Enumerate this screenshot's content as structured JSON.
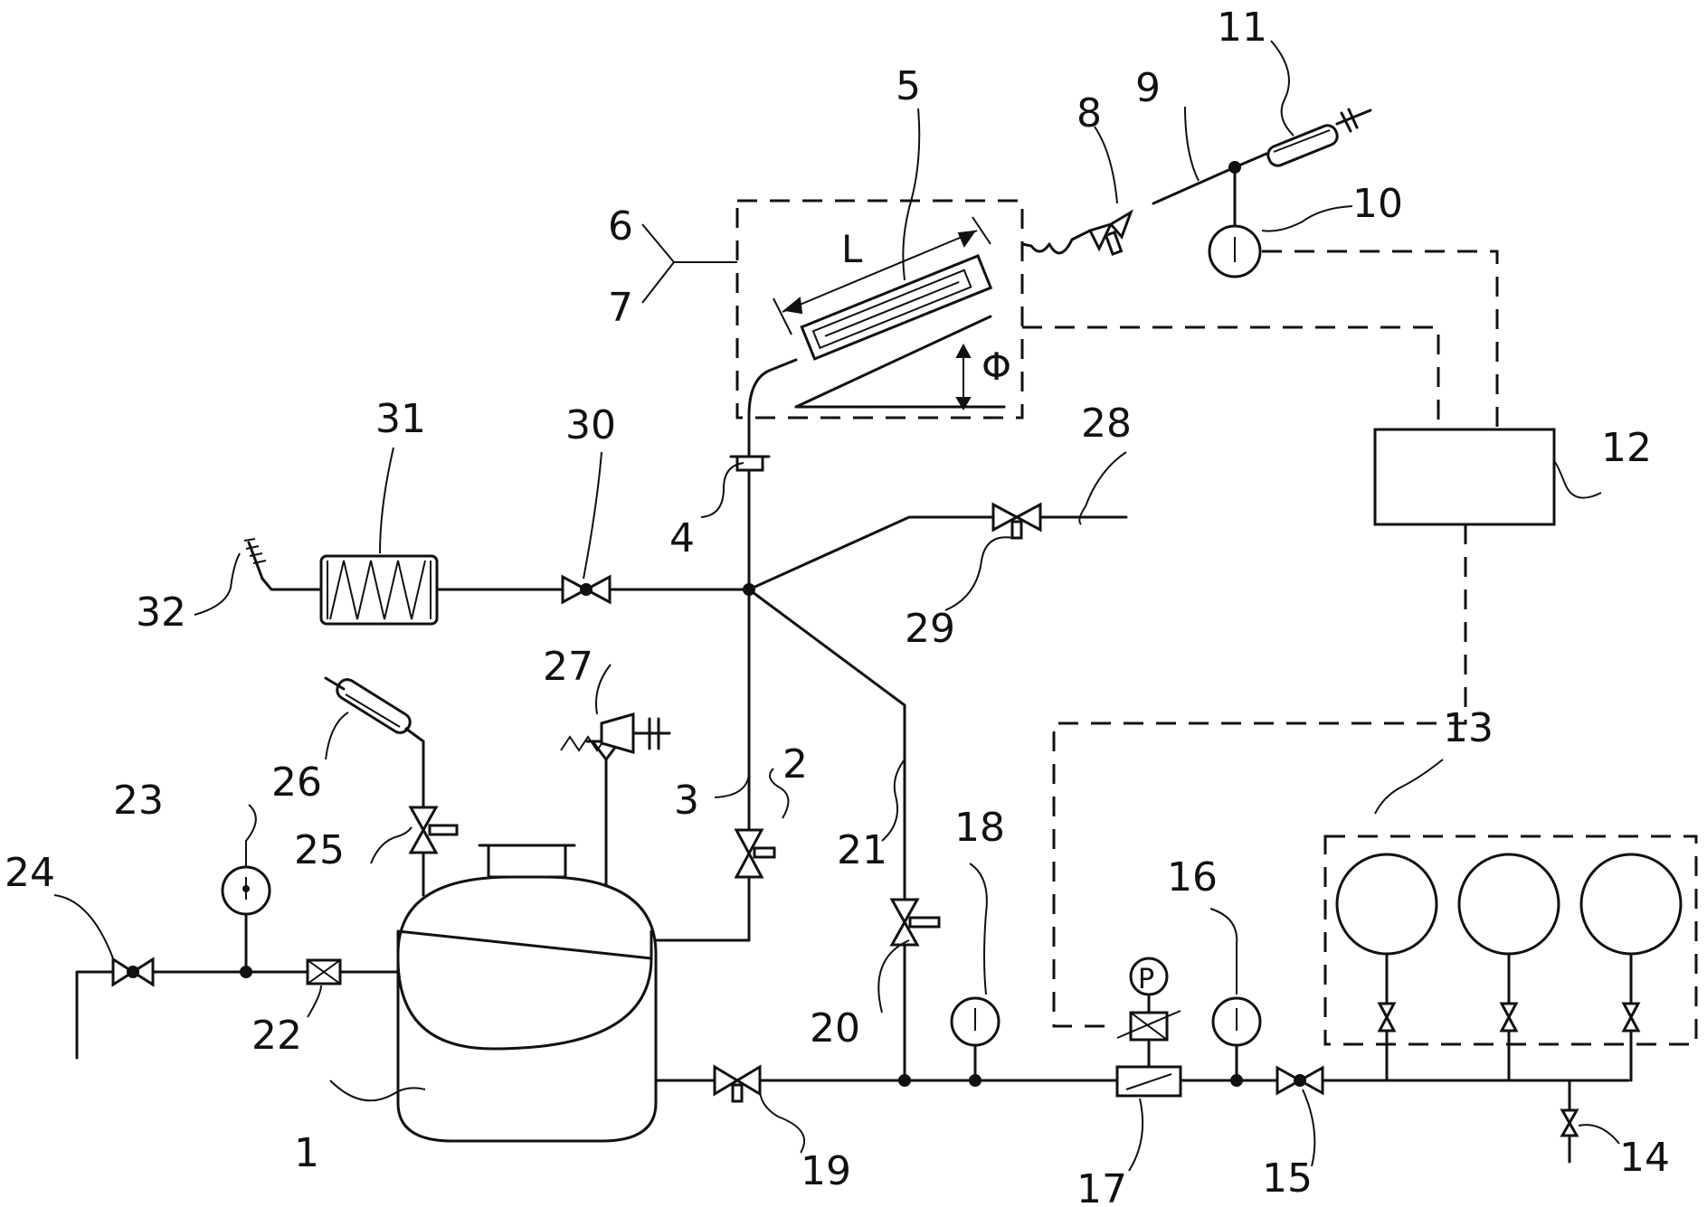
{
  "labels": {
    "n1": "1",
    "n2": "2",
    "n3": "3",
    "n4": "4",
    "n5": "5",
    "n6": "6",
    "n7": "7",
    "n8": "8",
    "n9": "9",
    "n10": "10",
    "n11": "11",
    "n12": "12",
    "n13": "13",
    "n14": "14",
    "n15": "15",
    "n16": "16",
    "n17": "17",
    "n18": "18",
    "n19": "19",
    "n20": "20",
    "n21": "21",
    "n22": "22",
    "n23": "23",
    "n24": "24",
    "n25": "25",
    "n26": "26",
    "n27": "27",
    "n28": "28",
    "n29": "29",
    "n30": "30",
    "n31": "31",
    "n32": "32"
  },
  "symbols": {
    "length": "L",
    "angle": "Φ",
    "pressure": "P"
  }
}
